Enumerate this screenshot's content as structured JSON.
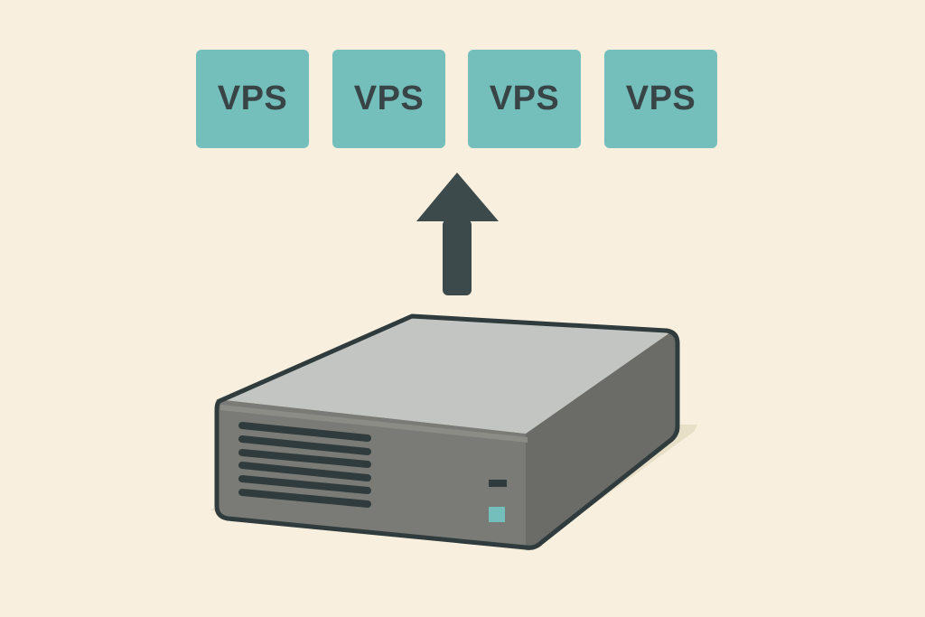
{
  "diagram": {
    "vps_boxes": [
      {
        "label": "VPS"
      },
      {
        "label": "VPS"
      },
      {
        "label": "VPS"
      },
      {
        "label": "VPS"
      }
    ],
    "arrow": {
      "direction": "up",
      "icon": "arrow-up-icon"
    },
    "server": {
      "icon": "server-icon",
      "indicator_color": "#74bfbc"
    }
  },
  "colors": {
    "background": "#f8efde",
    "vps_fill": "#74bfbc",
    "vps_text": "#384446",
    "arrow": "#3c4a4b",
    "server_top": "#c2c5c1",
    "server_front": "#7a7b76",
    "server_side": "#6b6c67",
    "outline": "#2f3b3c",
    "shadow": "#e8dfc8"
  }
}
